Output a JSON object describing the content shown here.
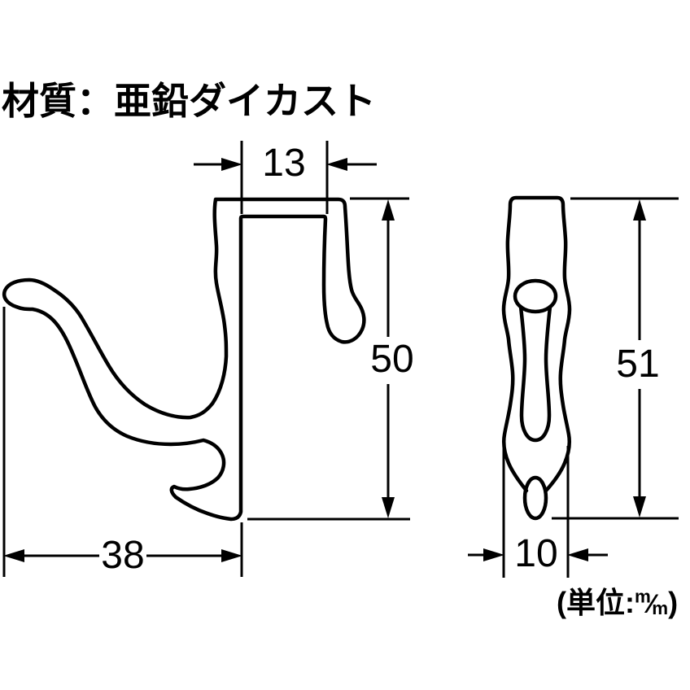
{
  "title": "材質：亜鉛ダイカスト",
  "drawing": {
    "line_color": "#000000",
    "background_color": "#ffffff",
    "figures": {
      "side_view": {
        "name": "side-view-hook-profile",
        "dimensions": {
          "top_width": "13",
          "height": "50",
          "depth": "38"
        }
      },
      "front_view": {
        "name": "front-view-hook-profile",
        "dimensions": {
          "height": "51",
          "width": "10"
        }
      }
    }
  },
  "unit": {
    "prefix": "(単位:",
    "numerator": "m",
    "slash": "⁄",
    "denominator": "m",
    "suffix": ")"
  }
}
